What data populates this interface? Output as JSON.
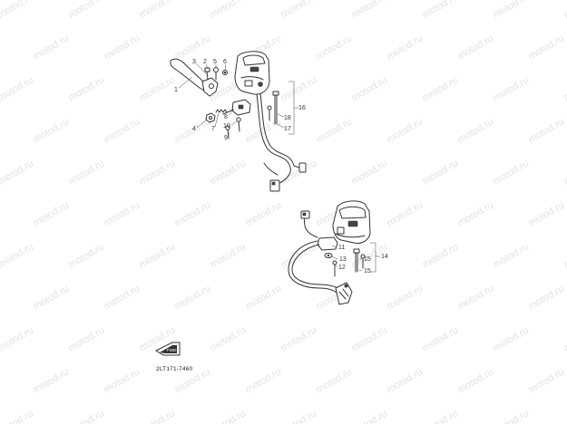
{
  "watermark": {
    "text": "motod.ru"
  },
  "callouts": {
    "c1": "1",
    "c2": "2",
    "c3": "3",
    "c4": "4",
    "c5": "5",
    "c6": "6",
    "c7": "7",
    "c8": "8",
    "c9": "9",
    "c10": "10",
    "c16": "16",
    "c17": "17",
    "c18": "18",
    "r11": "11",
    "r12": "12",
    "r13": "13",
    "r14": "14",
    "r15a": "15",
    "r15b": "15"
  },
  "front_badge": {
    "text": "FWD"
  },
  "diagram_code": {
    "text": "2LT171-7460"
  },
  "colors": {
    "ink": "#333333",
    "watermark": "#e3e3e3",
    "background": "#ffffff"
  }
}
